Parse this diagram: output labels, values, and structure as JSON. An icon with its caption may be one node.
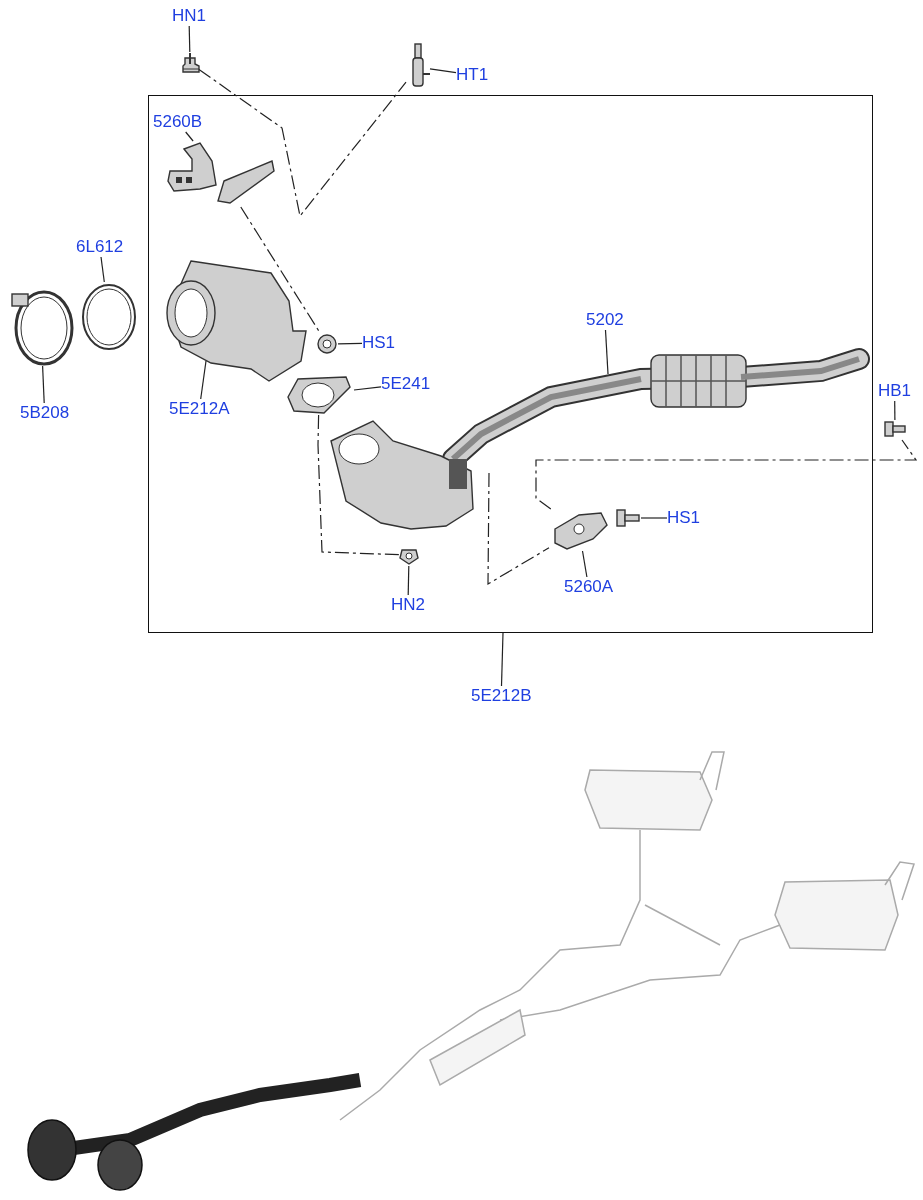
{
  "diagram": {
    "nodes": [
      {
        "text": [
          "HN1"
        ]
      },
      {
        "text": [],
        "shape": "picture"
      },
      {
        "text": [
          "HT1"
        ]
      },
      {
        "text": [],
        "shape": "picture"
      },
      {
        "text": [],
        "shape": "box"
      },
      {
        "text": [
          "5260B"
        ],
        "in": 4
      },
      {
        "text": [],
        "shape": "picture",
        "in": 4
      },
      {
        "text": [
          "6L612"
        ]
      },
      {
        "text": [],
        "shape": "picture"
      },
      {
        "text": [
          "5B208"
        ]
      },
      {
        "text": [],
        "shape": "picture"
      },
      {
        "text": [
          "5E212A"
        ],
        "in": 4
      },
      {
        "text": [],
        "shape": "picture",
        "in": 4
      },
      {
        "text": [
          "HS1"
        ],
        "in": 4
      },
      {
        "text": [],
        "shape": "picture",
        "in": 4
      },
      {
        "text": [
          "5E241"
        ],
        "in": 4
      },
      {
        "text": [],
        "shape": "picture",
        "in": 4
      },
      {
        "text": [
          "5202"
        ],
        "in": 4
      },
      {
        "text": [],
        "shape": "picture",
        "in": 4
      },
      {
        "text": [
          "HB1"
        ]
      },
      {
        "text": [],
        "shape": "picture"
      },
      {
        "text": [
          "HS1"
        ],
        "in": 4
      },
      {
        "text": [],
        "shape": "picture",
        "in": 4
      },
      {
        "text": [
          "5260A"
        ],
        "in": 4
      },
      {
        "text": [],
        "shape": "picture",
        "in": 4
      },
      {
        "text": [
          "HN2"
        ],
        "in": 4
      },
      {
        "text": [],
        "shape": "picture",
        "in": 4
      },
      {
        "text": [
          "5E212B"
        ]
      },
      {
        "text": [],
        "shape": "picture",
        "in": 4
      }
    ],
    "edges": [
      {
        "from": 0,
        "to": 1,
        "arrow": "none"
      },
      {
        "from": 2,
        "to": 3,
        "arrow": "none"
      },
      {
        "from": 5,
        "to": 6,
        "arrow": "none"
      },
      {
        "from": 7,
        "to": 8,
        "arrow": "none"
      },
      {
        "from": 9,
        "to": 10,
        "arrow": "none"
      },
      {
        "from": 11,
        "to": 12,
        "arrow": "none"
      },
      {
        "from": 13,
        "to": 14,
        "arrow": "none"
      },
      {
        "from": 15,
        "to": 16,
        "arrow": "none"
      },
      {
        "from": 17,
        "to": 18,
        "arrow": "none"
      },
      {
        "from": 19,
        "to": 20,
        "arrow": "none"
      },
      {
        "from": 21,
        "to": 22,
        "arrow": "none"
      },
      {
        "from": 23,
        "to": 24,
        "arrow": "none"
      },
      {
        "from": 25,
        "to": 26,
        "arrow": "none"
      },
      {
        "from": 27,
        "to": 4,
        "arrow": "none"
      },
      {
        "from": 1,
        "to": 3,
        "arrow": "none",
        "style": "dashed"
      },
      {
        "from": 6,
        "to": 14,
        "arrow": "none",
        "style": "dashed"
      },
      {
        "from": 16,
        "to": 26,
        "arrow": "none",
        "style": "dashed"
      },
      {
        "from": 18,
        "to": 24,
        "arrow": "none",
        "style": "dashed"
      },
      {
        "from": 24,
        "to": 20,
        "arrow": "none",
        "style": "dashed"
      }
    ]
  }
}
